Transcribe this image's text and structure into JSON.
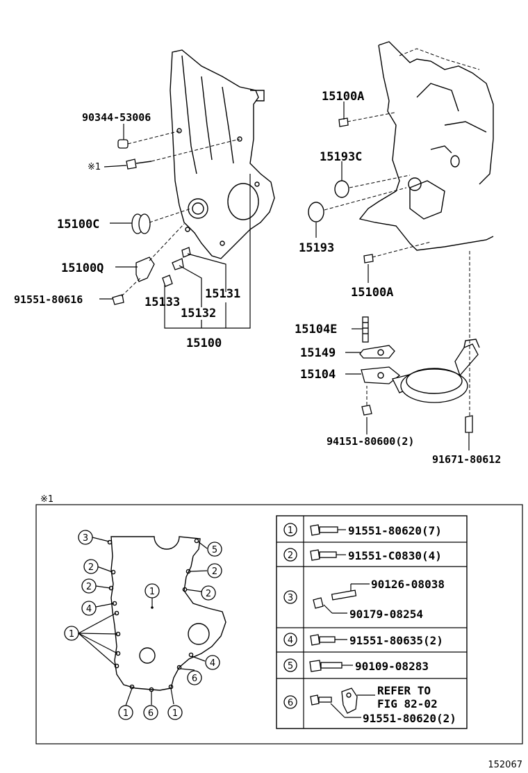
{
  "labels": {
    "p90344": "90344-53006",
    "ref_mark": "※1",
    "p15100C": "15100C",
    "p15100Q": "15100Q",
    "p91551_80616": "91551-80616",
    "p15133": "15133",
    "p15132": "15132",
    "p15131": "15131",
    "p15100": "15100",
    "p15100A_top": "15100A",
    "p15193C": "15193C",
    "p15193": "15193",
    "p15100A_bottom": "15100A",
    "p15104E": "15104E",
    "p15149": "15149",
    "p15104": "15104",
    "p94151": "94151-80600(2)",
    "p91671": "91671-80612"
  },
  "inset": {
    "title": "※1",
    "callouts": {
      "c1": "1",
      "c2": "2",
      "c3": "3",
      "c4": "4",
      "c5": "5",
      "c6": "6"
    }
  },
  "table": {
    "rows": [
      {
        "num": "1",
        "parts": [
          "91551-80620(7)"
        ]
      },
      {
        "num": "2",
        "parts": [
          "91551-C0830(4)"
        ]
      },
      {
        "num": "3",
        "parts": [
          "90126-08038",
          "90179-08254"
        ]
      },
      {
        "num": "4",
        "parts": [
          "91551-80635(2)"
        ]
      },
      {
        "num": "5",
        "parts": [
          "90109-08283"
        ]
      },
      {
        "num": "6",
        "parts": [
          "REFER TO",
          "FIG 82-02",
          "91551-80620(2)"
        ]
      }
    ]
  },
  "figure_id": "152067"
}
